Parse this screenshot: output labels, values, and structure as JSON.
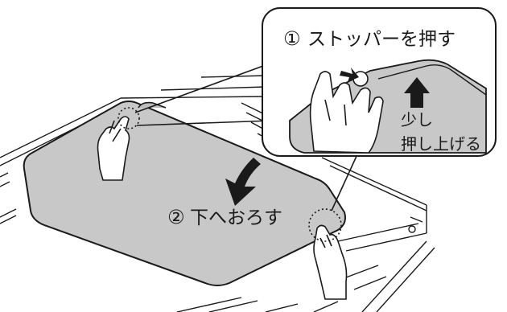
{
  "steps": {
    "step1": {
      "number": "①",
      "text": "ストッパーを押す"
    },
    "step2": {
      "number": "②",
      "text": "下へおろす"
    }
  },
  "annotation": {
    "line1": "少し",
    "line2": "押し上げる"
  },
  "colors": {
    "panel_fill": "#c8c8c8",
    "outline": "#1a1a1a",
    "arrow": "#1a1a1a",
    "background": "#ffffff"
  }
}
